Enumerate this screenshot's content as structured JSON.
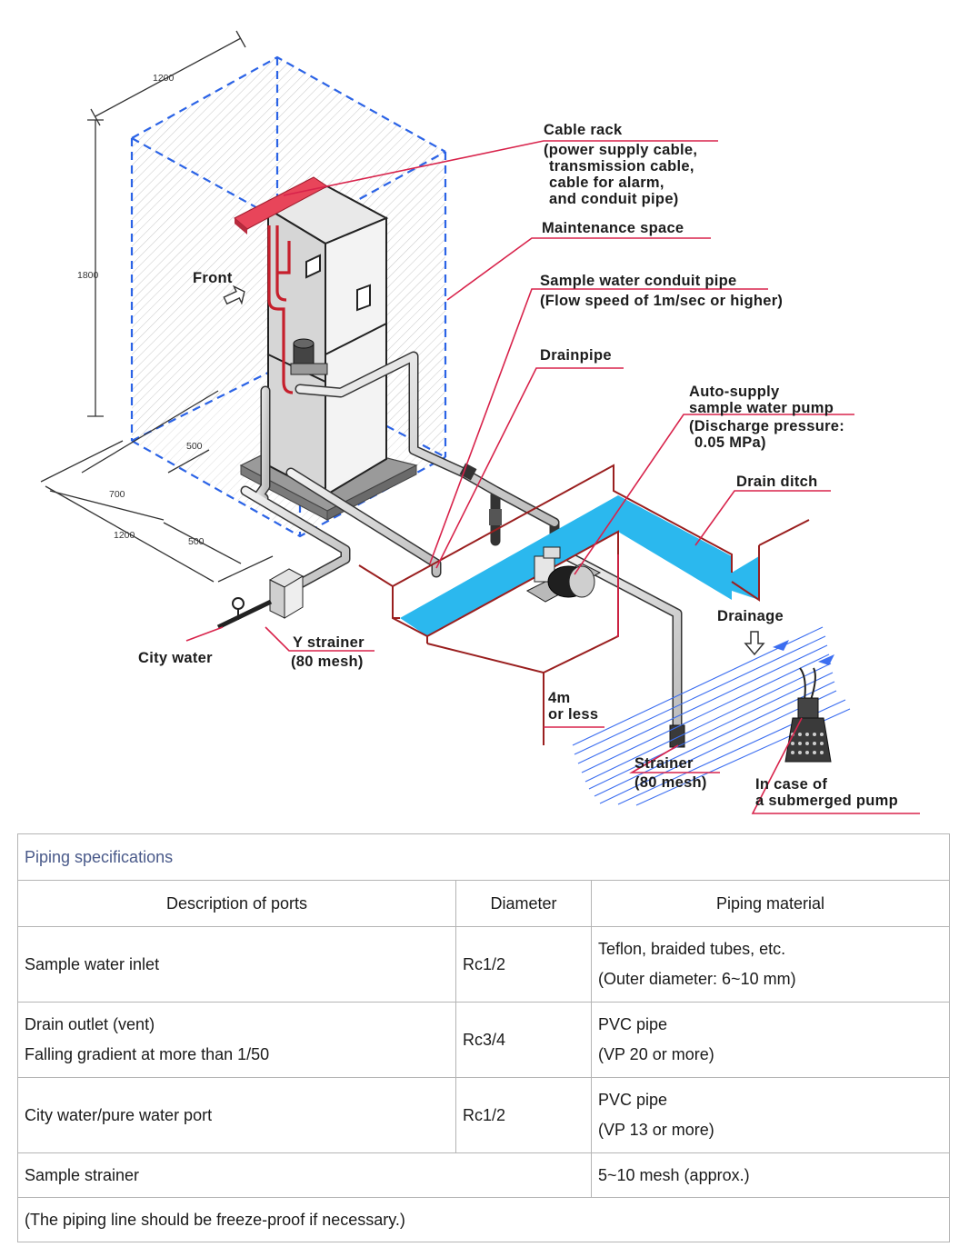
{
  "diagram": {
    "dimensions": {
      "width_top": "1200",
      "height": "1800",
      "side_500_top": "500",
      "side_700": "700",
      "side_1200": "1200",
      "side_500_bottom": "500"
    },
    "labels": {
      "front": "Front",
      "cable_rack": "Cable rack",
      "cable_rack_note": [
        "(power supply cable,",
        "transmission cable,",
        "cable for alarm,",
        "and conduit pipe)"
      ],
      "maintenance_space": "Maintenance space",
      "sample_conduit": "Sample water conduit pipe",
      "sample_conduit_note": "(Flow speed of 1m/sec or higher)",
      "drainpipe": "Drainpipe",
      "auto_pump": [
        "Auto-supply",
        "sample water pump"
      ],
      "auto_pump_note": [
        "(Discharge pressure:",
        "0.05 MPa)"
      ],
      "drain_ditch": "Drain ditch",
      "drainage": "Drainage",
      "city_water": "City water",
      "y_strainer": "Y strainer",
      "y_strainer_mesh": "(80 mesh)",
      "depth": [
        "4m",
        "or less"
      ],
      "strainer": "Strainer",
      "strainer_mesh": "(80 mesh)",
      "submerged": [
        "In case of",
        "a submerged pump"
      ]
    },
    "colors": {
      "leader": "#d8234b",
      "maintenance_box": "#2b63e6",
      "ditch_wall": "#9a1f1f",
      "water": "#27b7ee",
      "cable_rack": "#e8455a"
    }
  },
  "spec_table": {
    "caption": "Piping specifications",
    "headers": [
      "Description of ports",
      "Diameter",
      "Piping material"
    ],
    "rows": [
      {
        "description": [
          "Sample water inlet"
        ],
        "diameter": "Rc1/2",
        "material": [
          "Teflon, braided tubes, etc.",
          "(Outer diameter: 6~10 mm)"
        ]
      },
      {
        "description": [
          "Drain outlet (vent)",
          "Falling gradient at more than 1/50"
        ],
        "diameter": "Rc3/4",
        "material": [
          "PVC pipe",
          "(VP 20 or more)"
        ]
      },
      {
        "description": [
          "City water/pure water port"
        ],
        "diameter": "Rc1/2",
        "material": [
          "PVC pipe",
          "(VP 13 or more)"
        ]
      },
      {
        "description": [
          "Sample strainer"
        ],
        "diameter": "",
        "material": [
          "5~10 mesh (approx.)"
        ]
      }
    ],
    "note": "(The piping line should be freeze-proof if necessary.)"
  }
}
